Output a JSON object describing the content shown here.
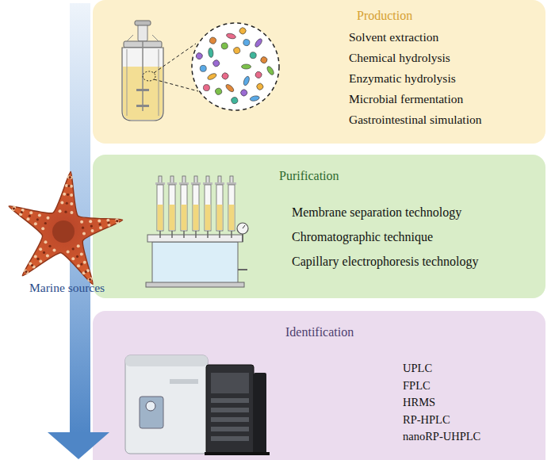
{
  "diagram": {
    "nodes": [
      {
        "text": [
          "Production",
          "Solvent extraction",
          "Chemical hydrolysis",
          "Enzymatic hydrolysis",
          "Microbial fermentation",
          "Gastrointestinal simulation"
        ]
      },
      {
        "text": [
          "Purification",
          "Membrane separation technology",
          "Chromatographic technique",
          "Capillary electrophoresis technology"
        ]
      },
      {
        "text": [
          "Identification",
          "UPLC",
          "FPLC",
          "HRMS",
          "RP-HPLC",
          "nanoRP-UHPLC"
        ]
      }
    ],
    "edges": [],
    "labels": [
      "Marine sources"
    ]
  }
}
